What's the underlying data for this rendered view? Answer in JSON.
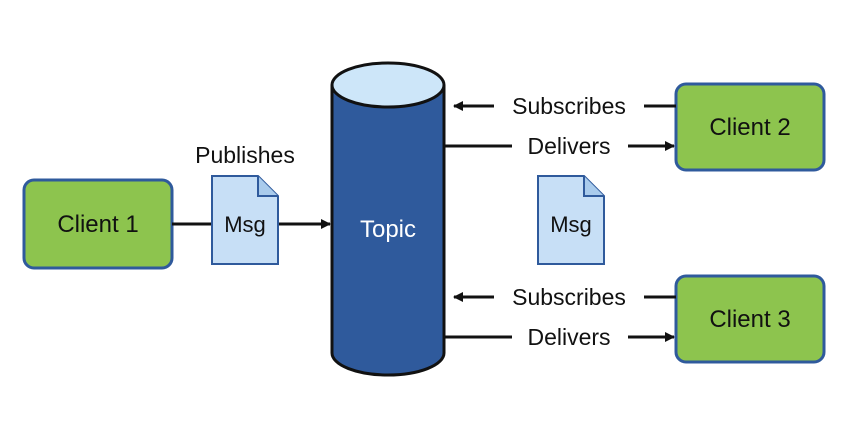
{
  "nodes": {
    "client1": {
      "label": "Client 1"
    },
    "client2": {
      "label": "Client 2"
    },
    "client3": {
      "label": "Client 3"
    },
    "topic": {
      "label": "Topic"
    }
  },
  "messages": {
    "published": {
      "label": "Msg"
    },
    "delivered": {
      "label": "Msg"
    }
  },
  "edges": {
    "publishes": {
      "label": "Publishes"
    },
    "subscribes2": {
      "label": "Subscribes"
    },
    "delivers2": {
      "label": "Delivers"
    },
    "subscribes3": {
      "label": "Subscribes"
    },
    "delivers3": {
      "label": "Delivers"
    }
  },
  "colors": {
    "client_fill": "#8dc44e",
    "client_stroke": "#2f5a9c",
    "topic_fill": "#2f5a9c",
    "topic_top": "#cde6f9",
    "topic_stroke": "#111111",
    "msg_fill": "#c7dff6",
    "msg_stroke": "#2f5a9c",
    "line": "#111111"
  }
}
